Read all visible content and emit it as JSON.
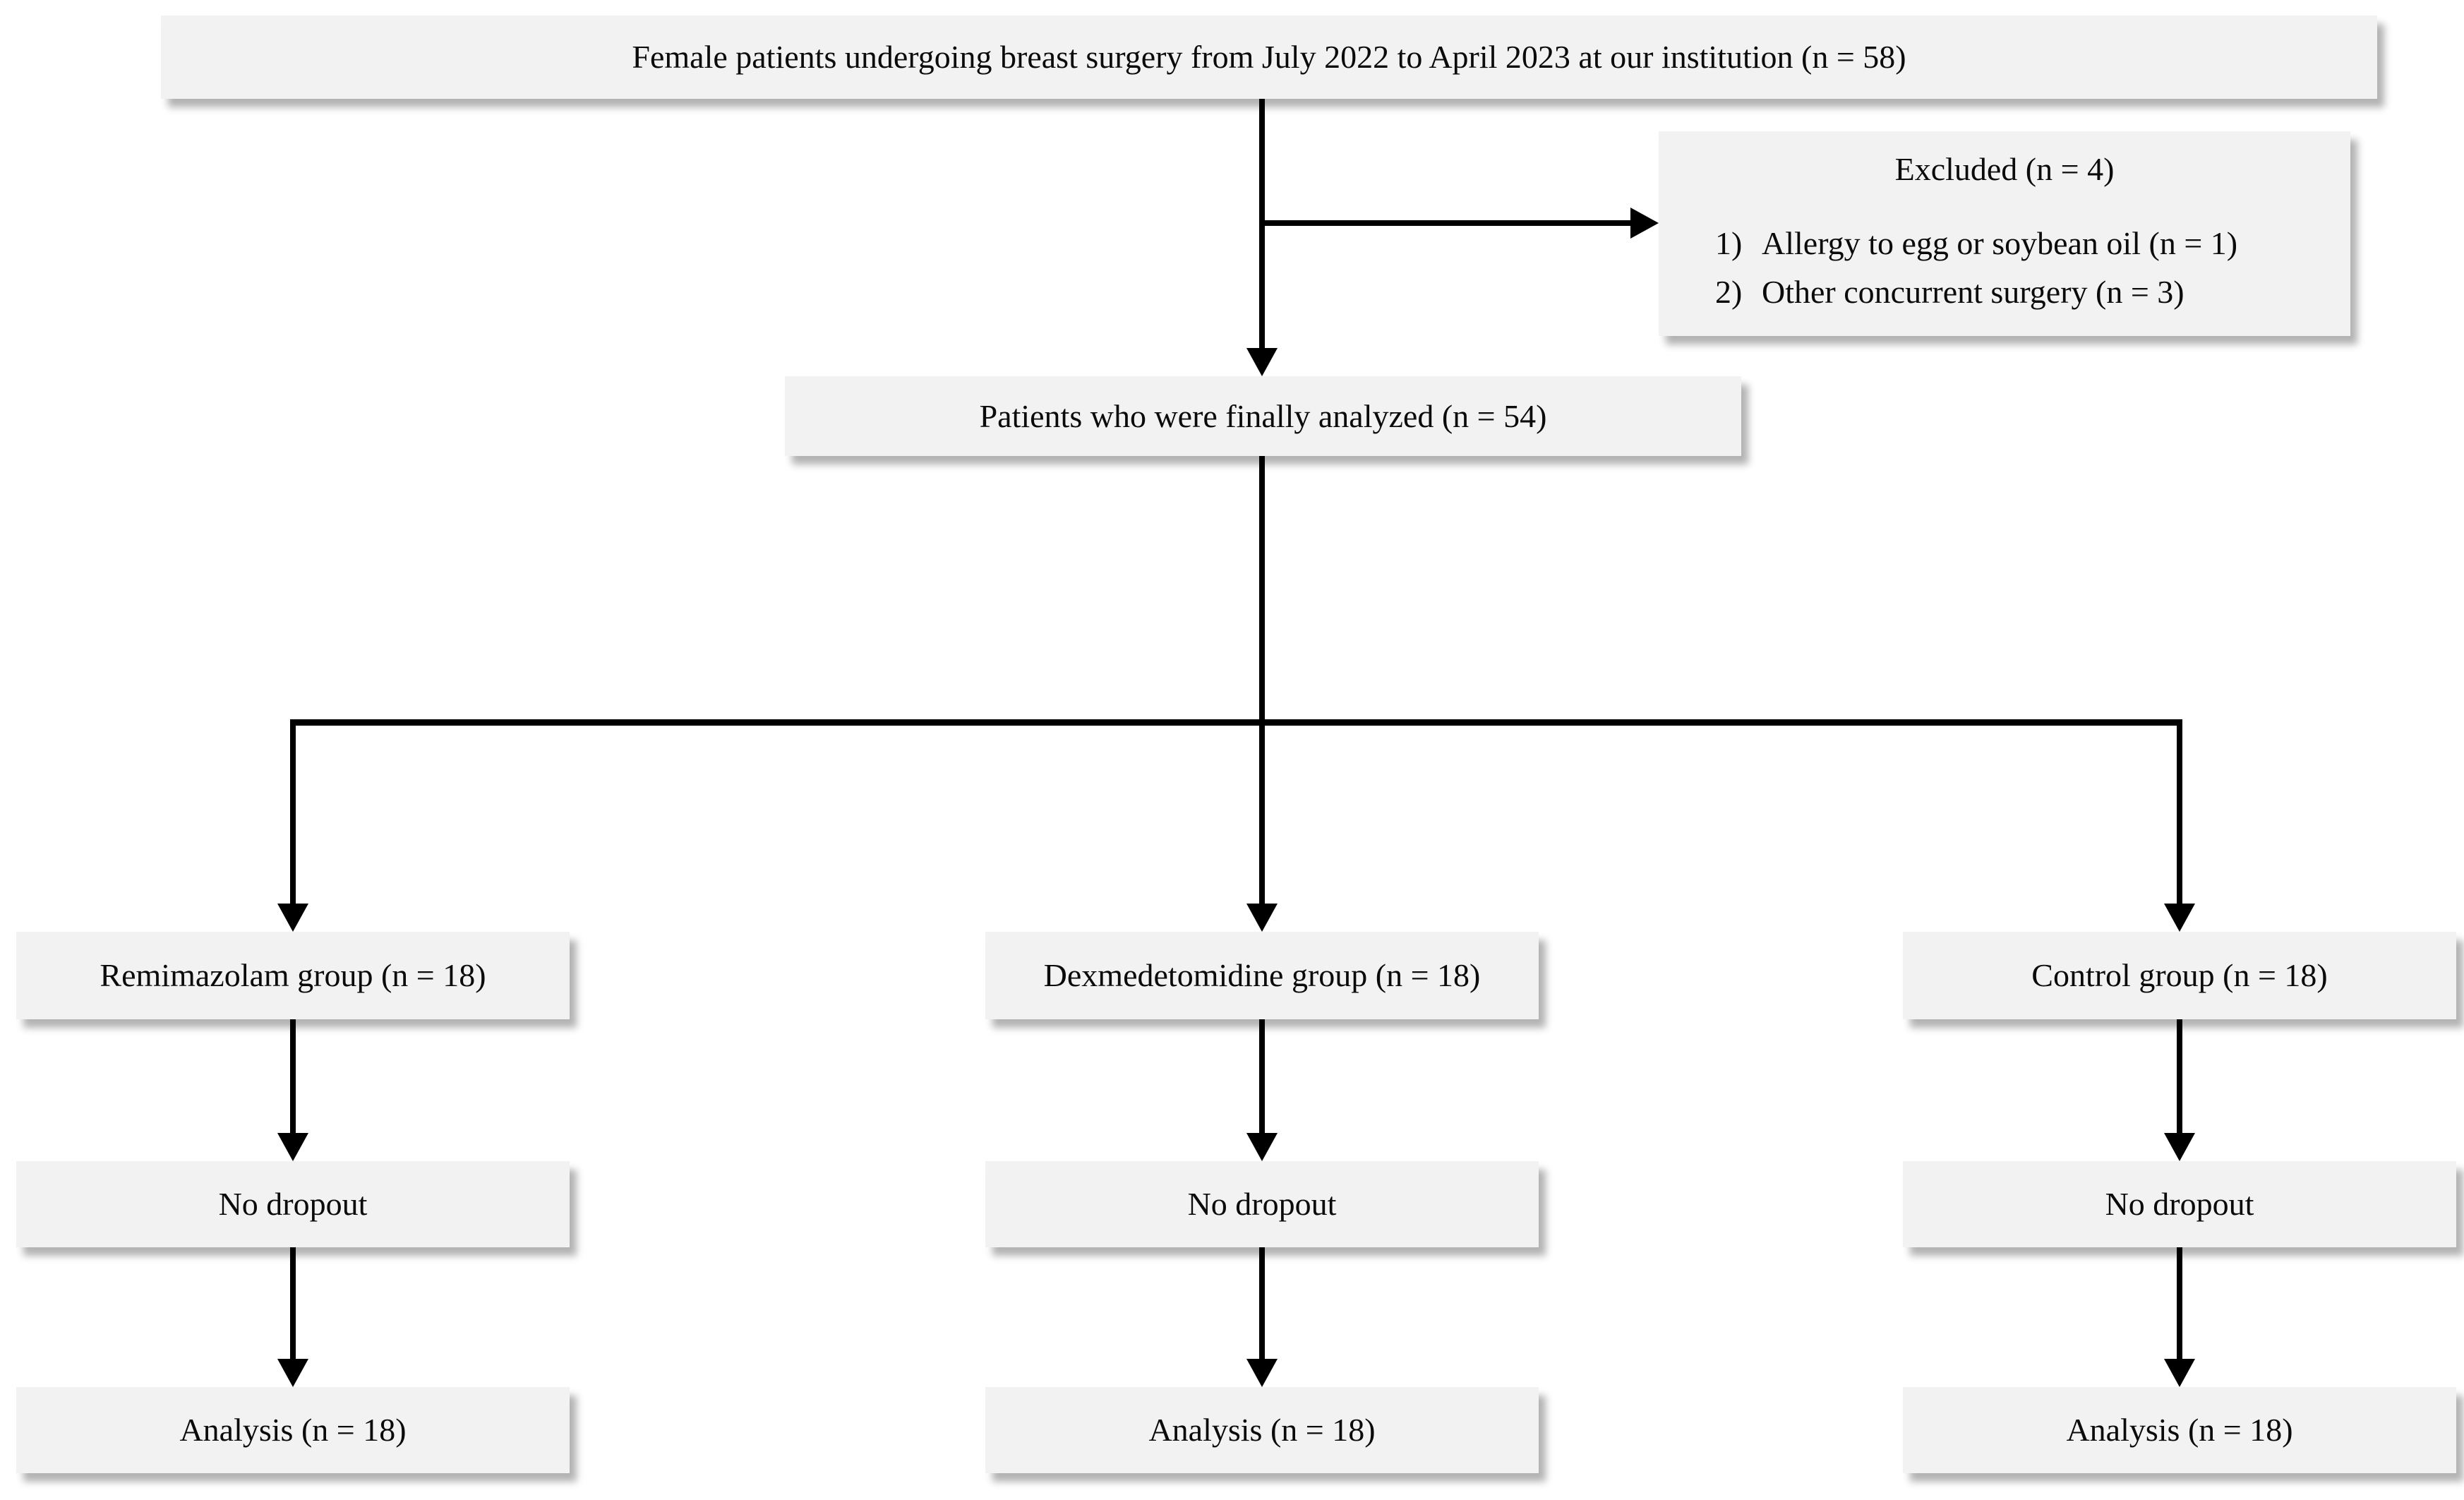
{
  "diagram": {
    "enrollment": "Female patients undergoing breast surgery from July 2022 to April 2023 at our institution (n = 58)",
    "excluded": {
      "title": "Excluded (n = 4)",
      "items": [
        {
          "num": "1)",
          "text": "Allergy to egg or soybean oil (n = 1)"
        },
        {
          "num": "2)",
          "text": "Other concurrent surgery (n = 3)"
        }
      ]
    },
    "analyzed": "Patients who were finally analyzed (n = 54)",
    "groups": [
      "Remimazolam group (n = 18)",
      "Dexmedetomidine group (n = 18)",
      "Control group (n = 18)"
    ],
    "no_dropout": [
      "No dropout",
      "No dropout",
      "No dropout"
    ],
    "analysis": [
      "Analysis (n = 18)",
      "Analysis (n = 18)",
      "Analysis (n = 18)"
    ]
  },
  "theme": {
    "box_fill": "#f2f2f2",
    "line": "#000000",
    "text": "#0b0b0b",
    "background": "#ffffff"
  }
}
